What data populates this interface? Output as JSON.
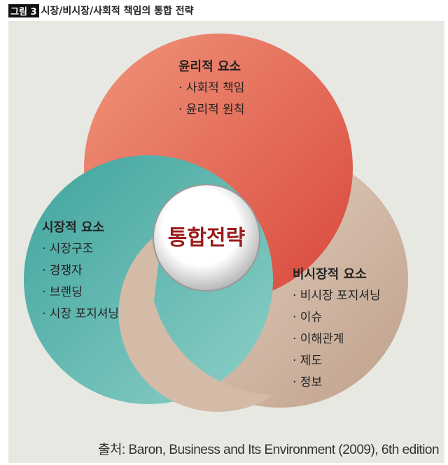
{
  "caption": {
    "tag": "그림 3",
    "title": "시장/비시장/사회적 책임의 통합 전략"
  },
  "center": "통합전략",
  "ethical": {
    "title": "윤리적 요소",
    "items": [
      "· 사회적 책임",
      "· 윤리적 원칙"
    ]
  },
  "market": {
    "title": "시장적 요소",
    "items": [
      "· 시장구조",
      "· 경쟁자",
      "· 브랜딩",
      "· 시장 포지셔닝"
    ]
  },
  "nonmarket": {
    "title": "비시장적 요소",
    "items": [
      "· 비시장 포지셔닝",
      "· 이슈",
      "· 이해관계",
      "· 제도",
      "· 정보"
    ]
  },
  "source": "출처: Baron, Business and Its Environment (2009), 6th edition",
  "colors": {
    "red": "#e0604d",
    "teal": "#5cbab2",
    "beige": "#cdb3a0"
  }
}
